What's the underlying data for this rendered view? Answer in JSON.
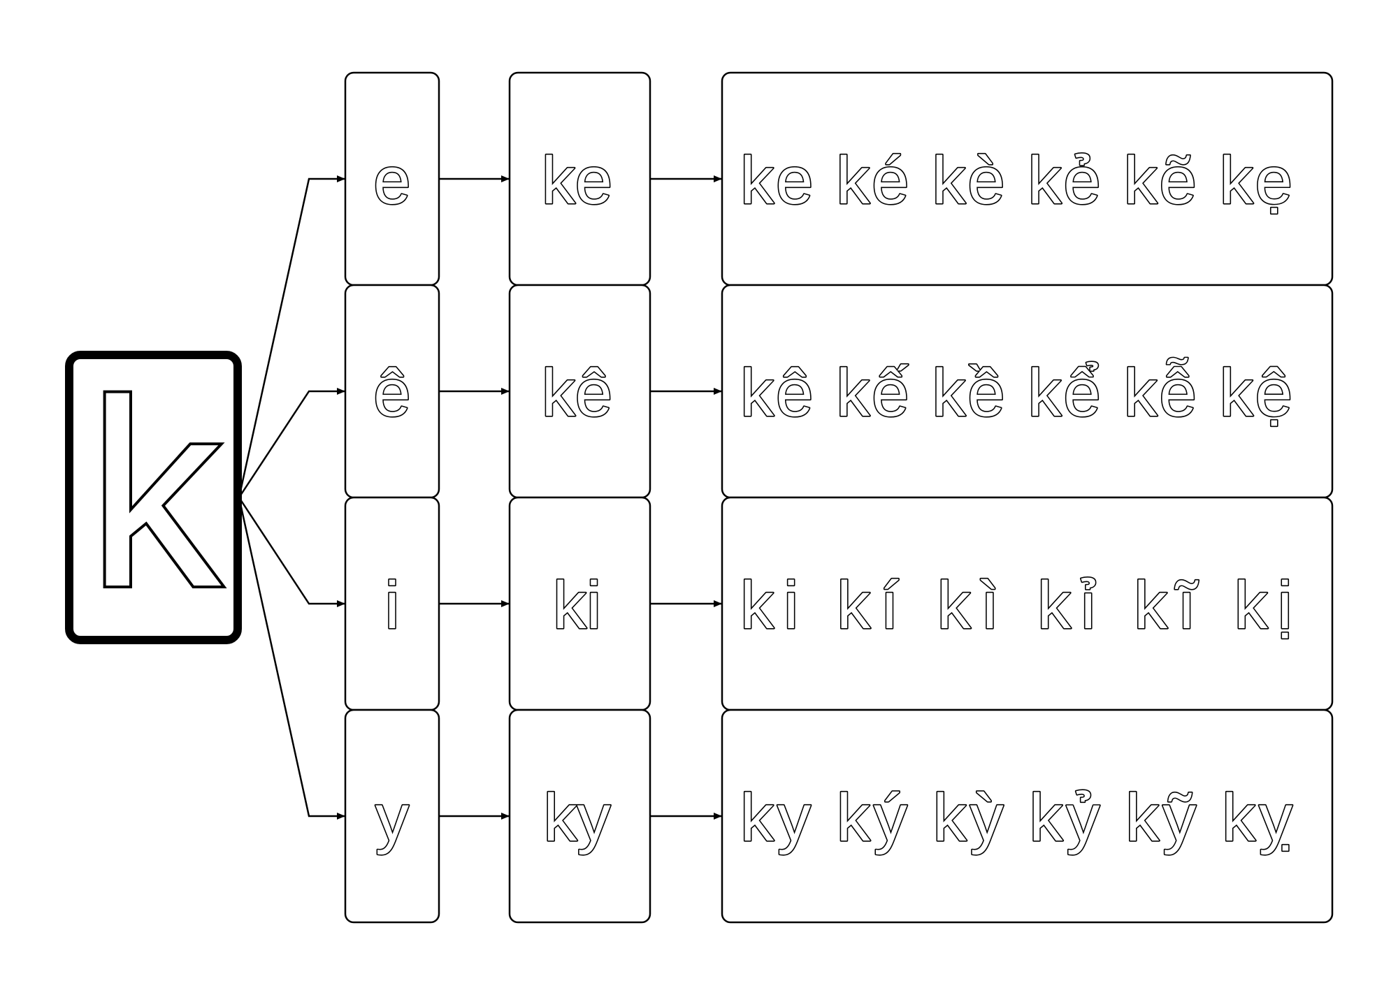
{
  "root": {
    "letter": "k"
  },
  "rows": [
    {
      "vowel": "e",
      "syllable": "ke",
      "tones": [
        "ke",
        "ké",
        "kè",
        "kẻ",
        "kẽ",
        "kẹ"
      ]
    },
    {
      "vowel": "ê",
      "syllable": "kê",
      "tones": [
        "kê",
        "kế",
        "kề",
        "kể",
        "kễ",
        "kệ"
      ]
    },
    {
      "vowel": "i",
      "syllable": "ki",
      "tones": [
        "ki",
        "kí",
        "kì",
        "kỉ",
        "kĩ",
        "kị"
      ]
    },
    {
      "vowel": "y",
      "syllable": "ky",
      "tones": [
        "ky",
        "ký",
        "kỳ",
        "kỷ",
        "kỹ",
        "kỵ"
      ]
    }
  ]
}
